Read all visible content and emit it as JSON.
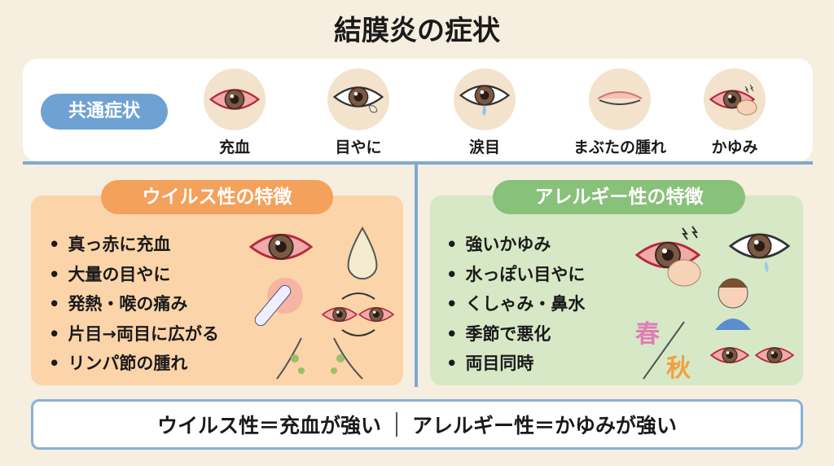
{
  "title": "結膜炎の症状",
  "common": {
    "label": "共通症状",
    "items": [
      {
        "label": "充血",
        "icon": "red-eye-icon"
      },
      {
        "label": "目やに",
        "icon": "eye-discharge-icon"
      },
      {
        "label": "涙目",
        "icon": "teary-eye-icon"
      },
      {
        "label": "まぶたの腫れ",
        "icon": "swollen-eyelid-icon"
      },
      {
        "label": "かゆみ",
        "icon": "itchy-eye-icon"
      }
    ]
  },
  "viral": {
    "title": "ウイルス性の特徴",
    "items": [
      "真っ赤に充血",
      "大量の目やに",
      "発熱・喉の痛み",
      "片目→両目に広がる",
      "リンパ節の腫れ"
    ]
  },
  "allergy": {
    "title": "アレルギー性の特徴",
    "items": [
      "強いかゆみ",
      "水っぽい目やに",
      "くしゃみ・鼻水",
      "季節で悪化",
      "両目同時"
    ],
    "season_spring": "春",
    "season_autumn": "秋"
  },
  "summary": {
    "left": "ウイルス性＝充血が強い",
    "right": "アレルギー性＝かゆみが強い"
  },
  "colors": {
    "blue": "#6ea2d2",
    "orange": "#f4a15c",
    "green": "#88c179"
  }
}
